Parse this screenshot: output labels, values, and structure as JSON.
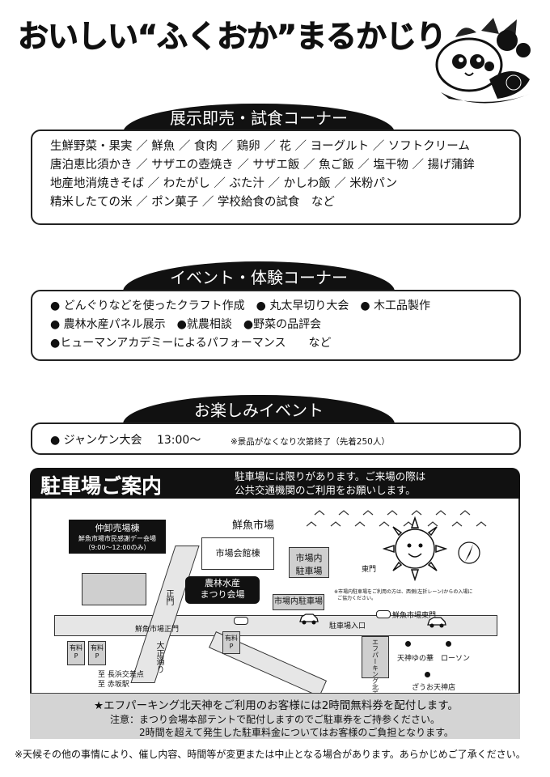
{
  "title": "おいしい“ふくおか”まるかじり",
  "sections": {
    "tenji": {
      "heading": "展示即売・試食コーナー",
      "lines": [
        "生鮮野菜・果実 ／ 鮮魚 ／ 食肉 ／ 鶏卵 ／ 花 ／ ヨーグルト ／ ソフトクリーム",
        "唐泊恵比須かき ／ サザエの壺焼き ／ サザエ飯 ／ 魚ご飯 ／ 塩干物 ／ 揚げ蒲鉾",
        "地産地消焼きそば ／ わたがし ／ ぶた汁 ／ かしわ飯 ／ 米粉パン",
        "精米したての米 ／ ポン菓子 ／ 学校給食の試食　など"
      ]
    },
    "event": {
      "heading": "イベント・体験コーナー",
      "lines": [
        "● どんぐりなどを使ったクラフト作成　● 丸太早切り大会　● 木工品製作",
        "● 農林水産パネル展示　●就農相談　●野菜の品評会",
        "●ヒューマンアカデミーによるパフォーマンス　　など"
      ]
    },
    "otanoshimi": {
      "heading": "お楽しみイベント",
      "item": "● ジャンケン大会　 13:00〜",
      "note": "※景品がなくなり次第終了（先着250人）"
    }
  },
  "parking": {
    "title": "駐車場ご案内",
    "note_line1": "駐車場には限りがあります。ご来場の際は",
    "note_line2": "公共交通機関のご利用をお願いします。",
    "map": {
      "nakaoroshi_title": "仲卸売場棟",
      "nakaoroshi_sub1": "鮮魚市場市民感謝デー会場",
      "nakaoroshi_sub2": "（9:00〜12:00のみ）",
      "sengyo": "鮮魚市場",
      "kaikan": "市場会館棟",
      "ichibanai_p1": "市場内",
      "ichibanai_p2": "駐車場",
      "higashimon": "東門",
      "noorin1": "農林水産",
      "noorin2": "まつり会場",
      "ichibanai_p_bar": "市場内駐車場",
      "seimon_v": "正門",
      "seimon": "鮮魚市場正門",
      "note_small1": "※市場内駐車場をご利用の方は、西側(左折レーン)からの入場に",
      "note_small2": "ご協力ください。",
      "east_gate": "鮮魚市場東門",
      "entrance": "駐車場入口",
      "ef_parking": "エフパーキング北天神",
      "yuryo": "有料P",
      "yuryo2": "有料P",
      "yuryo3": "有料P",
      "oosho": "大正通り",
      "to_nagahama": "至 長浜交差点",
      "to_akasaka": "至 赤坂駅",
      "yunohana": "天神ゆの華",
      "lawson": "ローソン",
      "zaou": "ざうお天神店"
    },
    "notice_main": "★エフパーキング北天神をご利用のお客様には2時間無料券を配付します。",
    "notice_sub1": "注意：まつり会場本部テントで配付しますのでご駐車券をご持参ください。",
    "notice_sub2": "2時間を超えて発生した駐車料金についてはお客様のご負担となります。"
  },
  "disclaimer": "※天候その他の事情により、催し内容、時間等が変更または中止となる場合があります。あらかじめご了承ください。",
  "icons": {
    "mascot": "mascot-icon",
    "sun": "sun-mascot-icon",
    "compass": "north-arrow-icon",
    "car": "car-icon",
    "signal": "traffic-signal-icon"
  },
  "colors": {
    "ink": "#111111",
    "road": "#e6e6e6",
    "notice_bg": "#d4d4d4"
  }
}
